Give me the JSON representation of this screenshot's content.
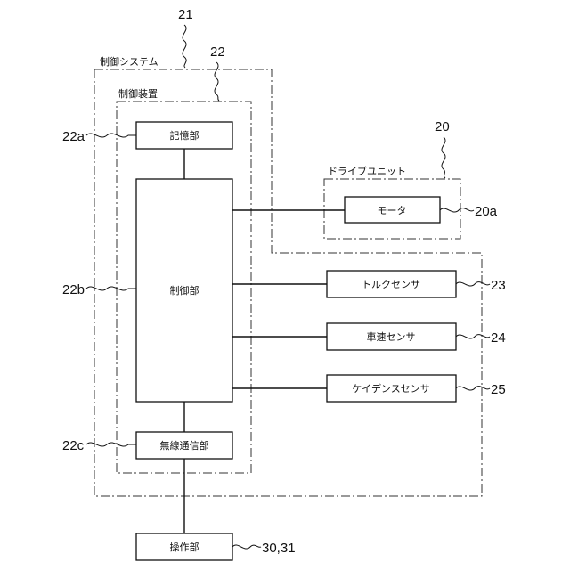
{
  "labels": {
    "control_system": "制御システム",
    "control_device": "制御装置",
    "storage": "記憶部",
    "control_unit": "制御部",
    "wireless": "無線通信部",
    "drive_unit": "ドライブユニット",
    "motor": "モータ",
    "torque_sensor": "トルクセンサ",
    "speed_sensor": "車速センサ",
    "cadence_sensor": "ケイデンスセンサ",
    "operation": "操作部"
  },
  "refs": {
    "r21": "21",
    "r22": "22",
    "r22a": "22a",
    "r22b": "22b",
    "r22c": "22c",
    "r20": "20",
    "r20a": "20a",
    "r23": "23",
    "r24": "24",
    "r25": "25",
    "r3031": "30,31"
  }
}
